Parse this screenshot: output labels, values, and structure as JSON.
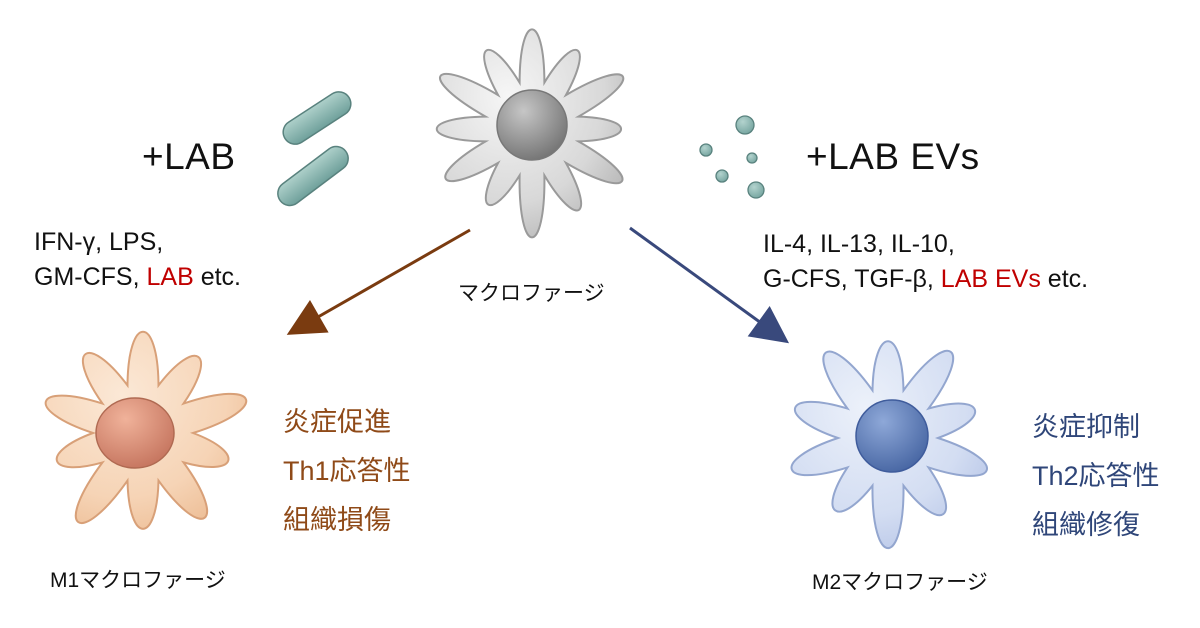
{
  "labels": {
    "plus_lab": "+LAB",
    "plus_lab_evs": "+LAB EVs",
    "macrophage": "マクロファージ",
    "m1_macrophage": "M1マクロファージ",
    "m2_macrophage": "M2マクロファージ"
  },
  "m1_stimuli": {
    "line1": "IFN-γ, LPS,",
    "line2_prefix": "GM-CFS, ",
    "line2_highlight": "LAB",
    "line2_suffix": " etc."
  },
  "m2_stimuli": {
    "line1": "IL-4, IL-13, IL-10,",
    "line2_prefix": "G-CFS, TGF-β, ",
    "line2_highlight": "LAB EVs",
    "line2_suffix": " etc."
  },
  "m1_effects": [
    "炎症促進",
    "Th1応答性",
    "組織損傷"
  ],
  "m2_effects": [
    "炎症抑制",
    "Th2応答性",
    "組織修復"
  ],
  "colors": {
    "highlight_red": "#c00000",
    "m1_text_brown": "#8f4a18",
    "m2_text_blue": "#2f4679",
    "arrow_m1_brown": "#7a3b10",
    "arrow_m2_blue": "#39497c",
    "bacteria_teal": "#8fb8b2",
    "cell_resting_gray": "#c9c9c9",
    "cell_m1_peach": "#f5d0b2",
    "cell_m2_blue": "#c3cfe9"
  }
}
